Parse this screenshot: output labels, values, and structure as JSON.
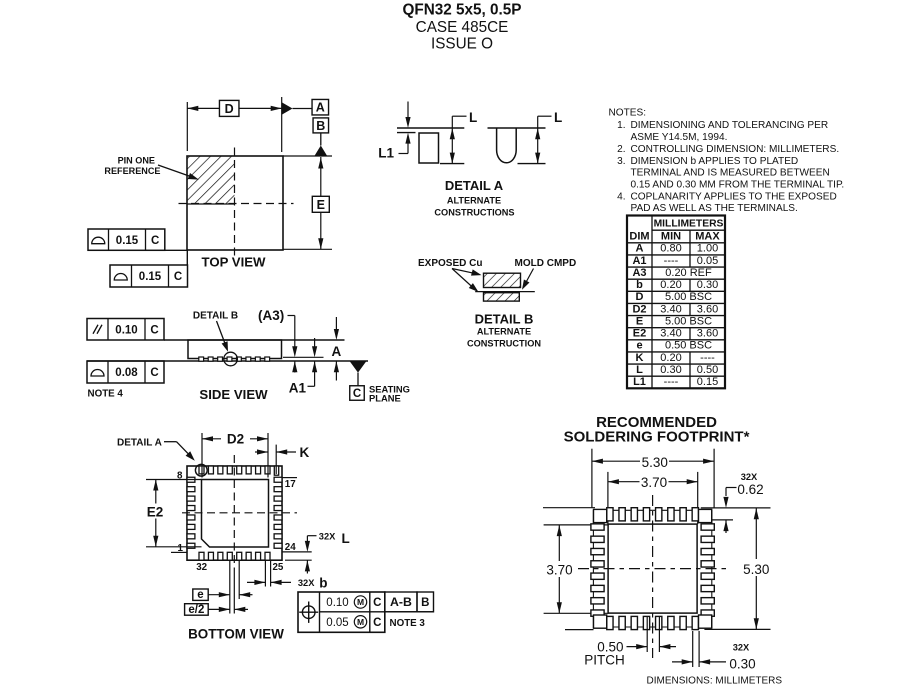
{
  "header": {
    "line1": "QFN32 5x5, 0.5P",
    "line2": "CASE 485CE",
    "line3": "ISSUE O"
  },
  "top_view": {
    "title": "TOP VIEW",
    "pin_one_line1": "PIN ONE",
    "pin_one_line2": "REFERENCE",
    "dim_d": "D",
    "datum_a": "A",
    "datum_b": "B",
    "dim_e": "E",
    "frame_top": {
      "symbol": "profile-of-surface",
      "tolerance": "0.15",
      "datum": "C"
    },
    "frame_side": {
      "symbol": "profile-of-surface",
      "tolerance": "0.15",
      "datum": "C"
    }
  },
  "side_view": {
    "title": "SIDE VIEW",
    "callout_detail_b": "DETAIL B",
    "dim_a3": "(A3)",
    "dim_a": "A",
    "dim_a1": "A1",
    "datum_c": "C",
    "seating_line1": "SEATING",
    "seating_line2": "PLANE",
    "frame_parallelism": {
      "symbol": "parallelism",
      "tolerance": "0.10",
      "datum": "C"
    },
    "frame_profile": {
      "symbol": "profile-of-surface",
      "tolerance": "0.08",
      "datum": "C"
    },
    "note_ref": "NOTE 4"
  },
  "detail_a": {
    "title": "DETAIL A",
    "subtitle1": "ALTERNATE",
    "subtitle2": "CONSTRUCTIONS",
    "dim_l1": "L1",
    "dim_l_left": "L",
    "dim_l_right": "L"
  },
  "detail_b": {
    "title": "DETAIL B",
    "subtitle1": "ALTERNATE",
    "subtitle2": "CONSTRUCTION",
    "label_exposed": "EXPOSED Cu",
    "label_mold": "MOLD CMPD"
  },
  "notes": {
    "heading": "NOTES:",
    "items": [
      {
        "number": "1.",
        "lines": [
          "DIMENSIONING AND TOLERANCING PER",
          "ASME Y14.5M, 1994."
        ]
      },
      {
        "number": "2.",
        "lines": [
          "CONTROLLING DIMENSION: MILLIMETERS."
        ]
      },
      {
        "number": "3.",
        "lines": [
          "DIMENSION b APPLIES TO PLATED",
          "TERMINAL AND IS MEASURED BETWEEN",
          "0.15 AND 0.30 MM FROM THE TERMINAL TIP."
        ]
      },
      {
        "number": "4.",
        "lines": [
          "COPLANARITY APPLIES TO THE EXPOSED",
          "PAD AS WELL AS THE TERMINALS."
        ]
      }
    ]
  },
  "table": {
    "title": "MILLIMETERS",
    "col_dim": "DIM",
    "col_min": "MIN",
    "col_max": "MAX",
    "rows": [
      {
        "dim": "A",
        "min": "0.80",
        "max": "1.00"
      },
      {
        "dim": "A1",
        "min": "----",
        "max": "0.05"
      },
      {
        "dim": "A3",
        "span": "0.20 REF"
      },
      {
        "dim": "b",
        "min": "0.20",
        "max": "0.30"
      },
      {
        "dim": "D",
        "span": "5.00 BSC"
      },
      {
        "dim": "D2",
        "min": "3.40",
        "max": "3.60"
      },
      {
        "dim": "E",
        "span": "5.00 BSC"
      },
      {
        "dim": "E2",
        "min": "3.40",
        "max": "3.60"
      },
      {
        "dim": "e",
        "span": "0.50 BSC"
      },
      {
        "dim": "K",
        "min": "0.20",
        "max": "----"
      },
      {
        "dim": "L",
        "min": "0.30",
        "max": "0.50"
      },
      {
        "dim": "L1",
        "min": "----",
        "max": "0.15"
      }
    ]
  },
  "bottom_view": {
    "title": "BOTTOM VIEW",
    "callout_detail_a": "DETAIL A",
    "dim_d2": "D2",
    "dim_k": "K",
    "dim_e2": "E2",
    "qty_l": "32X",
    "dim_l": "L",
    "qty_b": "32X",
    "dim_b": "b",
    "dim_e": "e",
    "dim_e_half": "e/2",
    "pins": {
      "p8": "8",
      "p17": "17",
      "p1": "1",
      "p24": "24",
      "p32": "32",
      "p25": "25"
    }
  },
  "position_frame": {
    "row1": {
      "symbol": "position",
      "tolerance": "0.10",
      "modifier": "M",
      "datum_c": "C",
      "datum_ab": "A-B",
      "datum_b": "B"
    },
    "row2": {
      "tolerance": "0.05",
      "modifier": "M",
      "datum_c": "C",
      "note": "NOTE 3"
    }
  },
  "footprint": {
    "title1": "RECOMMENDED",
    "title2": "SOLDERING FOOTPRINT*",
    "dim_top_outer": "5.30",
    "dim_top_inner": "3.70",
    "dim_left": "3.70",
    "dim_right": "5.30",
    "qty_pad": "32X",
    "pad_len": "0.62",
    "pitch_value": "0.50",
    "pitch_label": "PITCH",
    "qty_w": "32X",
    "pad_w": "0.30"
  },
  "footer": {
    "text": "DIMENSIONS: MILLIMETERS"
  }
}
